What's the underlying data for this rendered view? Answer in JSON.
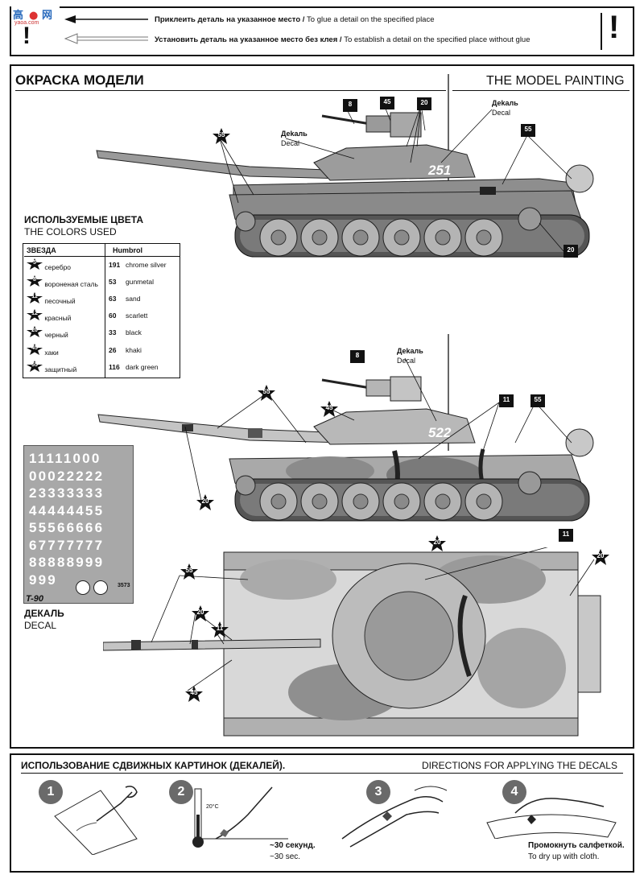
{
  "legend": {
    "glue_ru": "Приклеить деталь на указанное место /",
    "glue_en": "To glue a detail on the specified place",
    "noglue_ru": "Установить деталь на указанное место без клея /",
    "noglue_en": "To establish a detail on the specified place without glue",
    "warn_symbol": "!"
  },
  "painting": {
    "title_ru": "ОКРАСКА МОДЕЛИ",
    "title_en": "THE MODEL PAINTING",
    "decal_ru": "Деkаль",
    "decal_en": "Decal",
    "tank1_number": "251",
    "tank2_number": "522"
  },
  "colors": {
    "title_ru": "ИСПОЛЬЗУЕМЫЕ ЦВЕТА",
    "title_en": "THE COLORS USED",
    "col_zvezda": "ЗВЕЗДА",
    "col_humbrol": "Humbrol",
    "rows": [
      {
        "code": "5",
        "ru": "серебро",
        "hum": "191",
        "en": "chrome silver"
      },
      {
        "code": "8",
        "ru": "вороненая сталь",
        "hum": "53",
        "en": "gunmetal"
      },
      {
        "code": "11",
        "ru": "песочный",
        "hum": "63",
        "en": "sand"
      },
      {
        "code": "12",
        "ru": "красный",
        "hum": "60",
        "en": "scarlett"
      },
      {
        "code": "20",
        "ru": "черный",
        "hum": "33",
        "en": "black"
      },
      {
        "code": "45",
        "ru": "хаки",
        "hum": "26",
        "en": "khaki"
      },
      {
        "code": "55",
        "ru": "защитный",
        "hum": "116",
        "en": "dark green"
      }
    ]
  },
  "decal_sheet": {
    "rows": [
      "11111000",
      "00022222",
      "23333333",
      "44444455",
      "55566666",
      "67777777",
      "88888999",
      "999"
    ],
    "model": "T-90",
    "code": "3573",
    "title_ru": "ДЕКАЛЬ",
    "title_en": "DECAL"
  },
  "callouts": {
    "c8": "8",
    "c45": "45",
    "c20": "20",
    "c55": "55",
    "c11": "11"
  },
  "directions": {
    "title_ru": "ИСПОЛЬЗОВАНИЕ СДВИЖНЫХ КАРТИНОК (ДЕКАЛЕЙ).",
    "title_en": "DIRECTIONS  FOR APPLYING THE DECALS",
    "steps": [
      "1",
      "2",
      "3",
      "4"
    ],
    "temp": "20°C",
    "step2_ru": "~30 секунд.",
    "step2_en": "~30 sec.",
    "step4_ru": "Промокнуть салфеткой.",
    "step4_en": "To dry up with cloth."
  },
  "watermark": "yaoa.com"
}
